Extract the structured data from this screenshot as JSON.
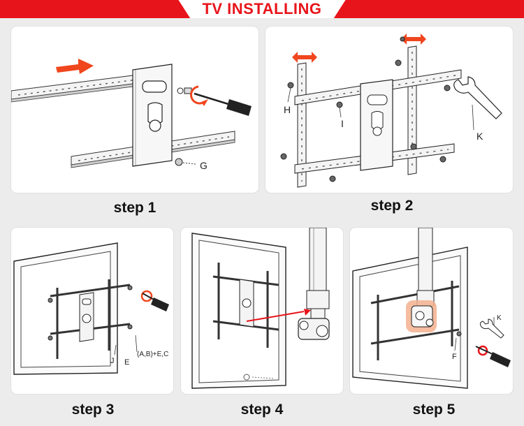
{
  "header": {
    "title": "TV INSTALLING"
  },
  "steps": [
    {
      "label": "step 1"
    },
    {
      "label": "step 2"
    },
    {
      "label": "step 3"
    },
    {
      "label": "step 4"
    },
    {
      "label": "step 5"
    }
  ],
  "parts": {
    "g": "G",
    "h": "H",
    "i": "I",
    "k": "K",
    "j": "J",
    "e": "E",
    "abec": "(A,B)+E,C",
    "f": "F",
    "k_small": "K"
  },
  "colors": {
    "accent": "#e8141b",
    "arrow": "#f0461e",
    "highlight": "#f3b08e"
  }
}
